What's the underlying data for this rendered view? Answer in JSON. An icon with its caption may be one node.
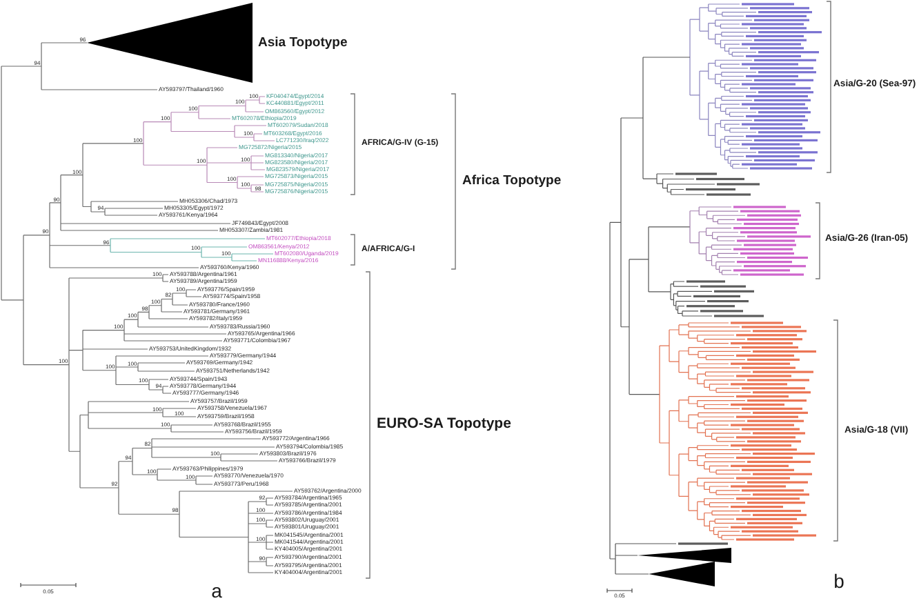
{
  "diagram": {
    "labels": [
      "96",
      "Asia Topotype",
      "94",
      "AY593797/Thailand/1960",
      "100",
      "KF040474/Egypt/2014",
      "100",
      "KC440881/Egypt/2011",
      "100",
      "OM863560/Egypt/2012",
      "100",
      "MT602078/Ethiopia/2019",
      "MT602079/Sudan/2018",
      "MT603268/Egypt/2016",
      "100",
      "100",
      "LC771230/Iraq/2022",
      "AFRICA/G-IV (G-15)",
      "MG725872/Nigeria/2015",
      "100",
      "MG813340/Nigeria/2017",
      "MG823580/Nigeria/2017",
      "100",
      "MG823579/Nigeria/2017",
      "Africa Topotype",
      "100",
      "MG725873/Nigeria/2015",
      "100",
      "MG725875/Nigeria/2015",
      "98",
      "MG725876/Nigeria/2015",
      "MH053306/Chad/1973",
      "100",
      "MH053305/Egypt/1972",
      "94",
      "90",
      "AY593761/Kenya/1964",
      "JF749843/Egypt/2008",
      "MH053307/Zambia/1981",
      "90",
      "MT602077/Ethiopia/2018",
      "96",
      "OM863561/Kenya/2012",
      "A/AFRICA/G-I",
      "100",
      "MT602080/Uganda/2019",
      "MN116888/Kenya/2016",
      "100",
      "AY593760/Kenya/1960",
      "100",
      "AY593788/Argentina/1961",
      "AY593789/Argentina/1959",
      "100",
      "AY593776/Spain/1959",
      "AY593774/Spain/1958",
      "82",
      "AY593780/France/1960",
      "100",
      "AY593781/Germany/1961",
      "98",
      "AY593782/Italy/1959",
      "100",
      "AY593783/Russia/1960",
      "100",
      "AY593765/Argentina/1966",
      "AY593771/Colombia/1967",
      "AY593753/UnitedKingdom/1932",
      "100",
      "AY593779/Germany/1944",
      "100",
      "AY593769/Germany/1942",
      "AY593751/Netherlands/1942",
      "100",
      "AY593744/Spain/1943",
      "100",
      "AY593778/Germany/1944",
      "94",
      "AY593777/Germany/1946",
      "AY593757/Brazil/1959",
      "100",
      "AY593758/Venezuela/1967",
      "100",
      "AY593759/Brazil/1958",
      "EURO-SA Topotype",
      "100",
      "AY593768/Brazil/1955",
      "AY593756/Brazil/1959",
      "82",
      "AY593772/Argentina/1966",
      "AY593794/Colombia/1985",
      "AY593803/Brazil/1976",
      "94",
      "100",
      "AY593766/Brazil/1979",
      "AY593763/Philippines/1979",
      "100",
      "AY593770/Venezuela/1970",
      "100",
      "AY593773/Peru/1968",
      "AY593762/Argentina/2000",
      "92",
      "AY593784/Argentina/1965",
      "92",
      "AY593785/Argentina/2001",
      "100",
      "AY593786/Argentina/1984",
      "98",
      "AY593802/Uruguay/2001",
      "100",
      "AY593801/Uruguay/2001",
      "100",
      "MK041545/Argentina/2001",
      "MK041544/Argentina/2001",
      "KY404005/Argentina/2001",
      "90",
      "AY593790/Argentina/2001",
      "AY593795/Argentina/2001",
      "KY404004/Argentina/2001",
      "0.05",
      "a",
      "Asia/G-20 (Sea-97)",
      "Asia/G-26 (Iran-05)",
      "Asia/G-18 (VII)",
      "b",
      "0.05"
    ]
  }
}
